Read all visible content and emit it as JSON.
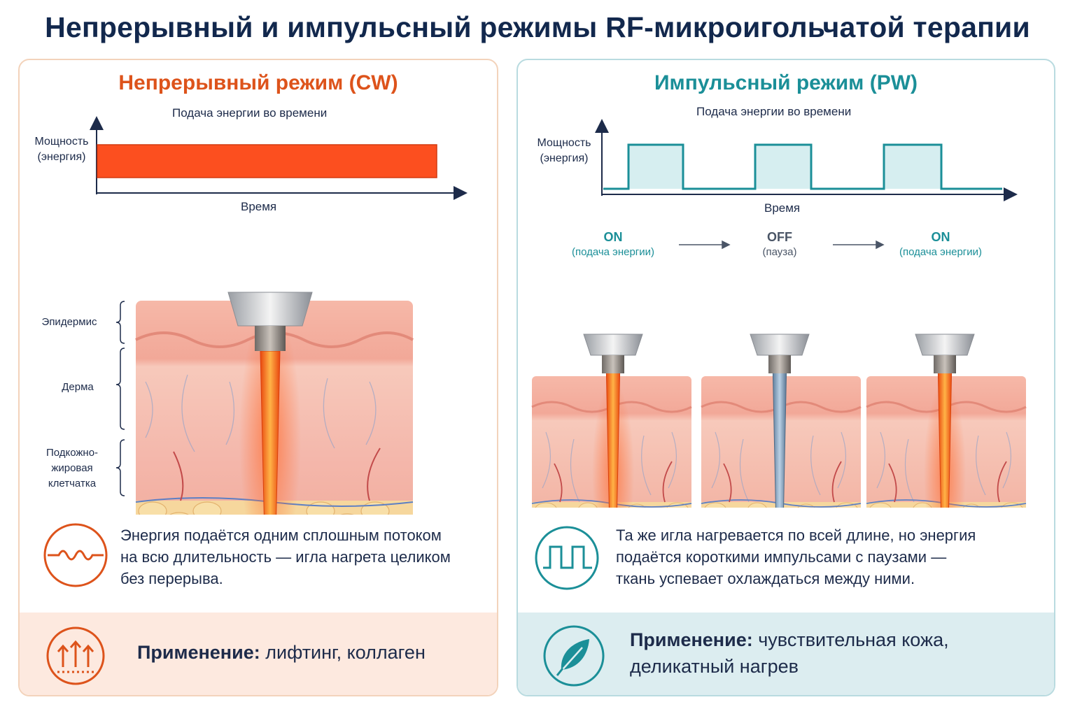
{
  "title": "Непрерывный и импульсный режимы RF-микроигольчатой терапии",
  "cw": {
    "title": "Непрерывный режим (CW)",
    "chart_title": "Подача энергии во времени",
    "y_label_1": "Мощность",
    "y_label_2": "(энергия)",
    "x_label": "Время",
    "layers": {
      "epidermis": "Эпидермис",
      "dermis": "Дерма",
      "subcut_1": "Подкожно-",
      "subcut_2": "жировая",
      "subcut_3": "клетчатка"
    },
    "desc_1": "Энергия подаётся одним сплошным потоком",
    "desc_2": "на всю длительность — игла нагрета целиком",
    "desc_3": "без перерыва.",
    "apply_label": "Применение:",
    "apply_text": " лифтинг, коллаген",
    "accent": "#dd531b"
  },
  "pw": {
    "title": "Импульсный режим (PW)",
    "chart_title": "Подача энергии во времени",
    "y_label_1": "Мощность",
    "y_label_2": "(энергия)",
    "x_label": "Время",
    "states": [
      {
        "state": "ON",
        "note": "(подача энергии)"
      },
      {
        "state": "OFF",
        "note": "(пауза)"
      },
      {
        "state": "ON",
        "note": "(подача энергии)"
      }
    ],
    "desc_1": "Та же игла нагревается по всей длине, но энергия",
    "desc_2": "подаётся короткими импульсами с паузами —",
    "desc_3": "ткань успевает охлаждаться между ними.",
    "apply_label": "Применение:",
    "apply_text_1": " чувствительная кожа,",
    "apply_text_2": "деликатный нагрев",
    "accent": "#1b8f98"
  },
  "icons": [
    "wave-icon",
    "square-pulse-icon",
    "arrows-up-icon",
    "leaf-icon"
  ]
}
